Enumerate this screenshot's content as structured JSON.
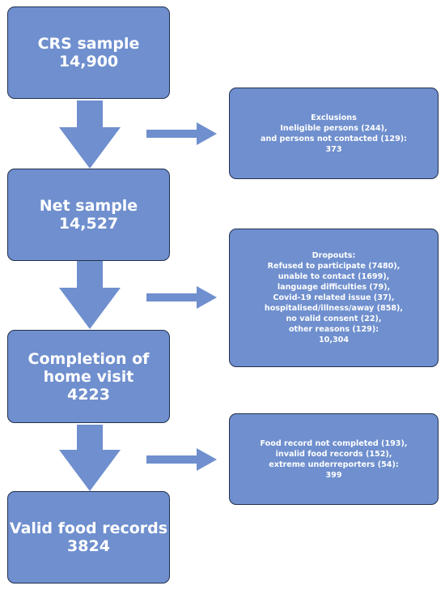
{
  "colors": {
    "box_fill": "#6f8fce",
    "box_border": "#22314f",
    "text": "#ffffff",
    "arrow": "#6f8fce"
  },
  "main_boxes": [
    {
      "lines": [
        "CRS sample",
        "14,900"
      ]
    },
    {
      "lines": [
        "Net sample",
        "14,527"
      ]
    },
    {
      "lines": [
        "Completion of",
        "home visit",
        "4223"
      ]
    },
    {
      "lines": [
        "Valid food records",
        "3824"
      ]
    }
  ],
  "side_boxes": [
    {
      "lines": [
        "Exclusions",
        "Ineligible persons (244),",
        "and persons not contacted (129):",
        "373"
      ]
    },
    {
      "lines": [
        "Dropouts:",
        "Refused to participate (7480),",
        "unable to contact (1699),",
        "language difficulties (79),",
        "Covid-19 related issue (37),",
        "hospitalised/illness/away (858),",
        "no valid consent (22),",
        "other reasons (129):",
        "10,304"
      ]
    },
    {
      "lines": [
        "Food record not completed (193),",
        "invalid food records (152),",
        "extreme underreporters (54):",
        "399"
      ]
    }
  ]
}
